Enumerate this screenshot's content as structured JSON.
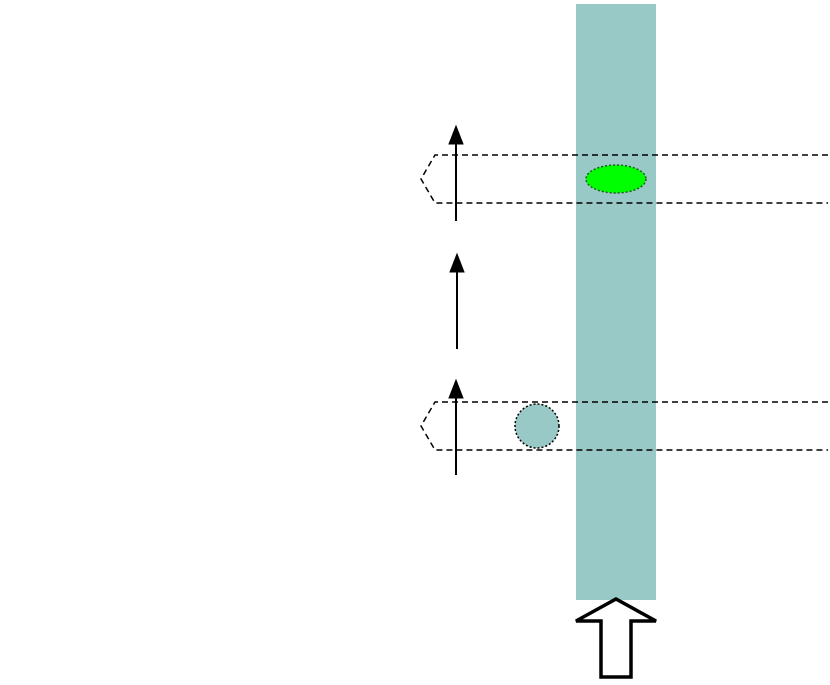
{
  "diagram": {
    "colors": {
      "background": "#ffffff",
      "beam": "#99c9c6",
      "excited_dot": "#00ff00",
      "ground_dot": "#99c9c6",
      "outline": "#000000"
    },
    "elements": [
      "column-beam",
      "upper-dashed-channel",
      "lower-dashed-channel",
      "excited-ellipse",
      "ground-circle",
      "direction-arrows",
      "input-block-arrow"
    ]
  }
}
